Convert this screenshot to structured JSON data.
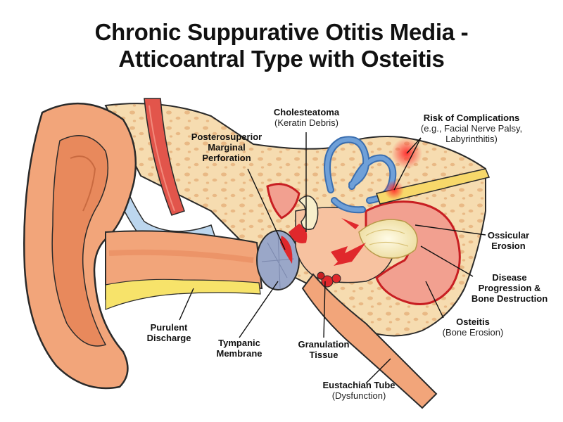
{
  "title": {
    "line1": "Chronic Suppurative Otitis Media -",
    "line2": "Atticoantral Type with Osteitis"
  },
  "labels": {
    "cholesteatoma": {
      "name": "Cholesteatoma",
      "note": "(Keratin Debris)"
    },
    "risk": {
      "name": "Risk of Complications",
      "note1": "(e.g., Facial Nerve Palsy,",
      "note2": "Labyrinthitis)"
    },
    "perforation": {
      "line1": "Posterosuperior",
      "line2": "Marginal",
      "line3": "Perforation"
    },
    "ossicular": {
      "line1": "Ossicular",
      "line2": "Erosion"
    },
    "disease": {
      "line1": "Disease",
      "line2": "Progression &",
      "line3": "Bone Destruction"
    },
    "osteitis": {
      "name": "Osteitis",
      "note": "(Bone Erosion)"
    },
    "purulent": {
      "line1": "Purulent",
      "line2": "Discharge"
    },
    "tympanic": {
      "line1": "Tympanic",
      "line2": "Membrane"
    },
    "granulation": {
      "line1": "Granulation",
      "line2": "Tissue"
    },
    "eustachian": {
      "name": "Eustachian Tube",
      "note": "(Dysfunction)"
    }
  },
  "colors": {
    "skin": "#f2a57a",
    "skin_dark": "#e07f52",
    "bone": "#f6dcb0",
    "bone_spot": "#e9b985",
    "pus": "#f7e36a",
    "membrane": "#9aa7c8",
    "cochlea": "#6fa0d8",
    "inflammation": "#e0282c",
    "debris": "#f4ecc4",
    "outline": "#2a2a2a"
  }
}
